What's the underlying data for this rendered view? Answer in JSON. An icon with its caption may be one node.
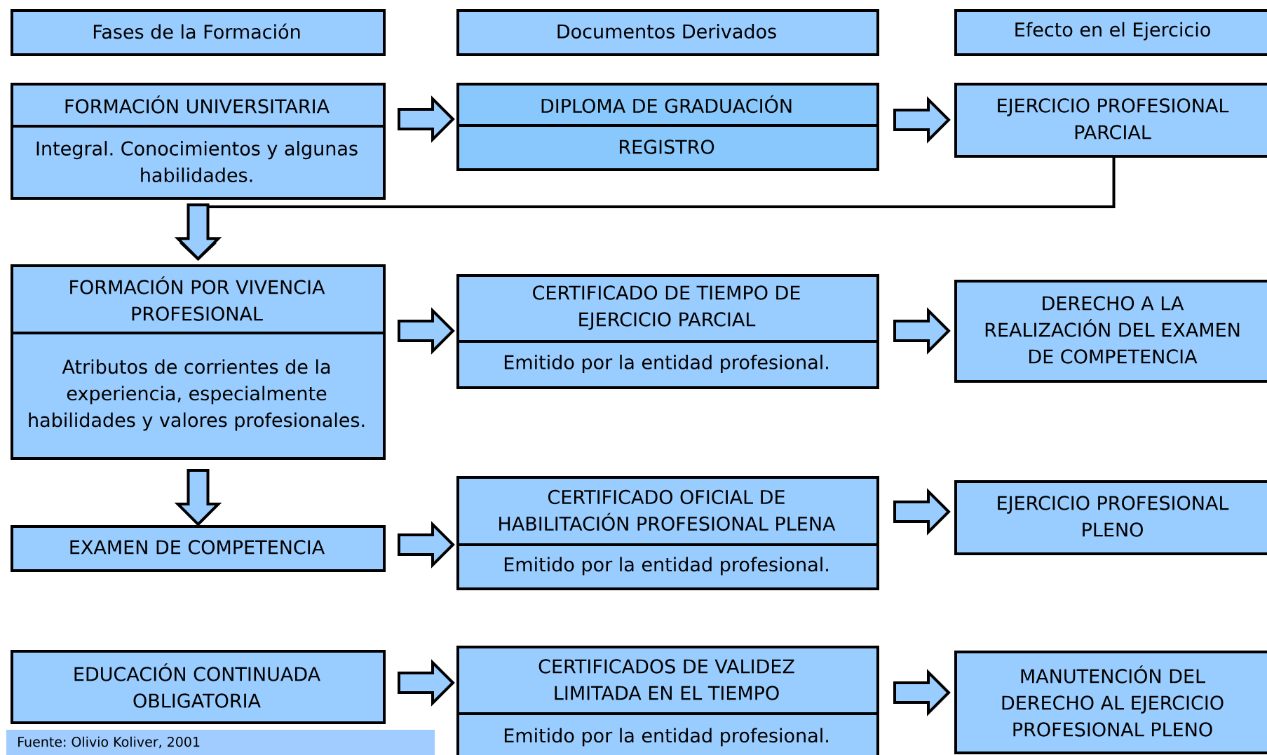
{
  "diagram": {
    "caption": "Fuente: Olivio Koliver, 2001",
    "nodes": [
      {
        "text": [
          "Fases de la Formación"
        ]
      },
      {
        "text": [
          "Documentos Derivados"
        ]
      },
      {
        "text": [
          "Efecto en el Ejercicio"
        ]
      },
      {
        "text": [
          "FORMACIÓN UNIVERSITARIA",
          "Integral. Conocimientos y algunas habilidades."
        ]
      },
      {
        "text": [
          "DIPLOMA DE GRADUACIÓN",
          "REGISTRO"
        ]
      },
      {
        "text": [
          "EJERCICIO PROFESIONAL PARCIAL"
        ]
      },
      {
        "text": [
          "FORMACIÓN POR VIVENCIA PROFESIONAL",
          "Atributos de corrientes de la experiencia, especialmente habilidades y valores profesionales."
        ]
      },
      {
        "text": [
          "CERTIFICADO DE TIEMPO DE EJERCICIO PARCIAL",
          "Emitido por la entidad profesional."
        ]
      },
      {
        "text": [
          "DERECHO A LA REALIZACIÓN DEL EXAMEN DE COMPETENCIA"
        ]
      },
      {
        "text": [
          "EXAMEN DE COMPETENCIA"
        ]
      },
      {
        "text": [
          "CERTIFICADO OFICIAL DE HABILITACIÓN PROFESIONAL PLENA",
          "Emitido por la entidad profesional."
        ]
      },
      {
        "text": [
          "EJERCICIO PROFESIONAL PLENO"
        ]
      },
      {
        "text": [
          "EDUCACIÓN CONTINUADA OBLIGATORIA"
        ]
      },
      {
        "text": [
          "CERTIFICADOS DE VALIDEZ LIMITADA EN EL TIEMPO",
          "Emitido por la entidad profesional."
        ]
      },
      {
        "text": [
          "MANUTENCIÓN DEL DERECHO AL EJERCICIO PROFESIONAL PLENO"
        ]
      }
    ],
    "edges": [
      {
        "from": 3,
        "to": 4,
        "arrow": "to"
      },
      {
        "from": 4,
        "to": 5,
        "arrow": "to"
      },
      {
        "from": 5,
        "to": 6,
        "arrow": "to"
      },
      {
        "from": 6,
        "to": 7,
        "arrow": "to"
      },
      {
        "from": 7,
        "to": 8,
        "arrow": "to"
      },
      {
        "from": 6,
        "to": 9,
        "arrow": "to"
      },
      {
        "from": 9,
        "to": 10,
        "arrow": "to"
      },
      {
        "from": 10,
        "to": 11,
        "arrow": "to"
      },
      {
        "from": 12,
        "to": 13,
        "arrow": "to"
      },
      {
        "from": 13,
        "to": 14,
        "arrow": "to"
      }
    ]
  }
}
